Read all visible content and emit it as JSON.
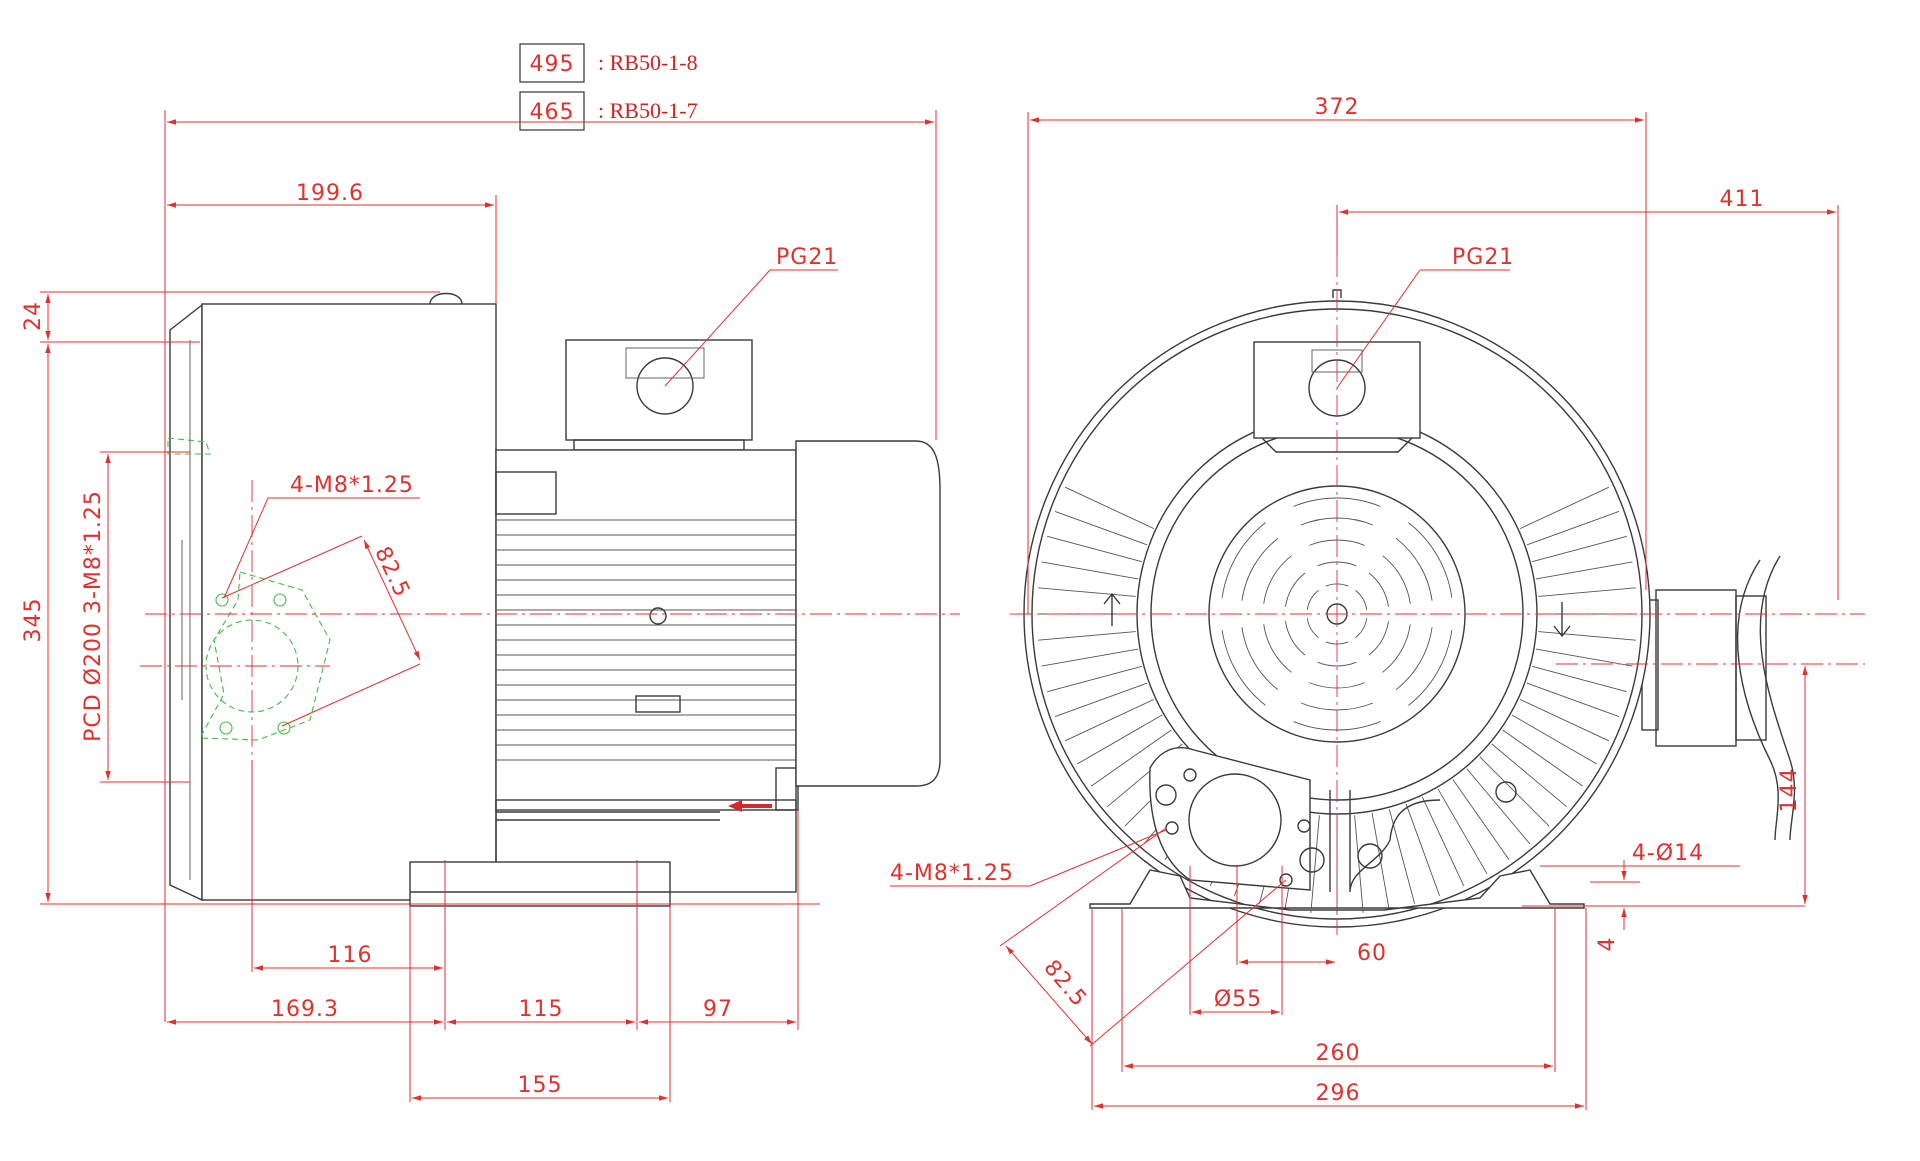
{
  "models": [
    {
      "length": "495",
      "label": ": RB50-1-8"
    },
    {
      "length": "465",
      "label": ": RB50-1-7"
    }
  ],
  "side_view": {
    "dims": {
      "flange_offset": "199.6",
      "top_offset": "24",
      "height": "345",
      "pcd_label": "PCD Ø200  3-M8*1.25",
      "bolt_label": "4-M8*1.25",
      "bolt_circle": "82.5",
      "inlet_offset": "116",
      "base_left": "169.3",
      "base_pitch": "115",
      "base_right": "97",
      "base_width": "155",
      "conduit": "PG21"
    }
  },
  "front_view": {
    "dims": {
      "width": "372",
      "overall_width": "411",
      "conduit": "PG21",
      "bolt_label": "4-M8*1.25",
      "bolt_circle": "82.5",
      "port_offset": "60",
      "port_diameter": "Ø55",
      "foot_holes": "4-Ø14",
      "foot_thickness": "4",
      "shaft_height": "144",
      "foot_pitch": "260",
      "foot_width": "296"
    }
  }
}
